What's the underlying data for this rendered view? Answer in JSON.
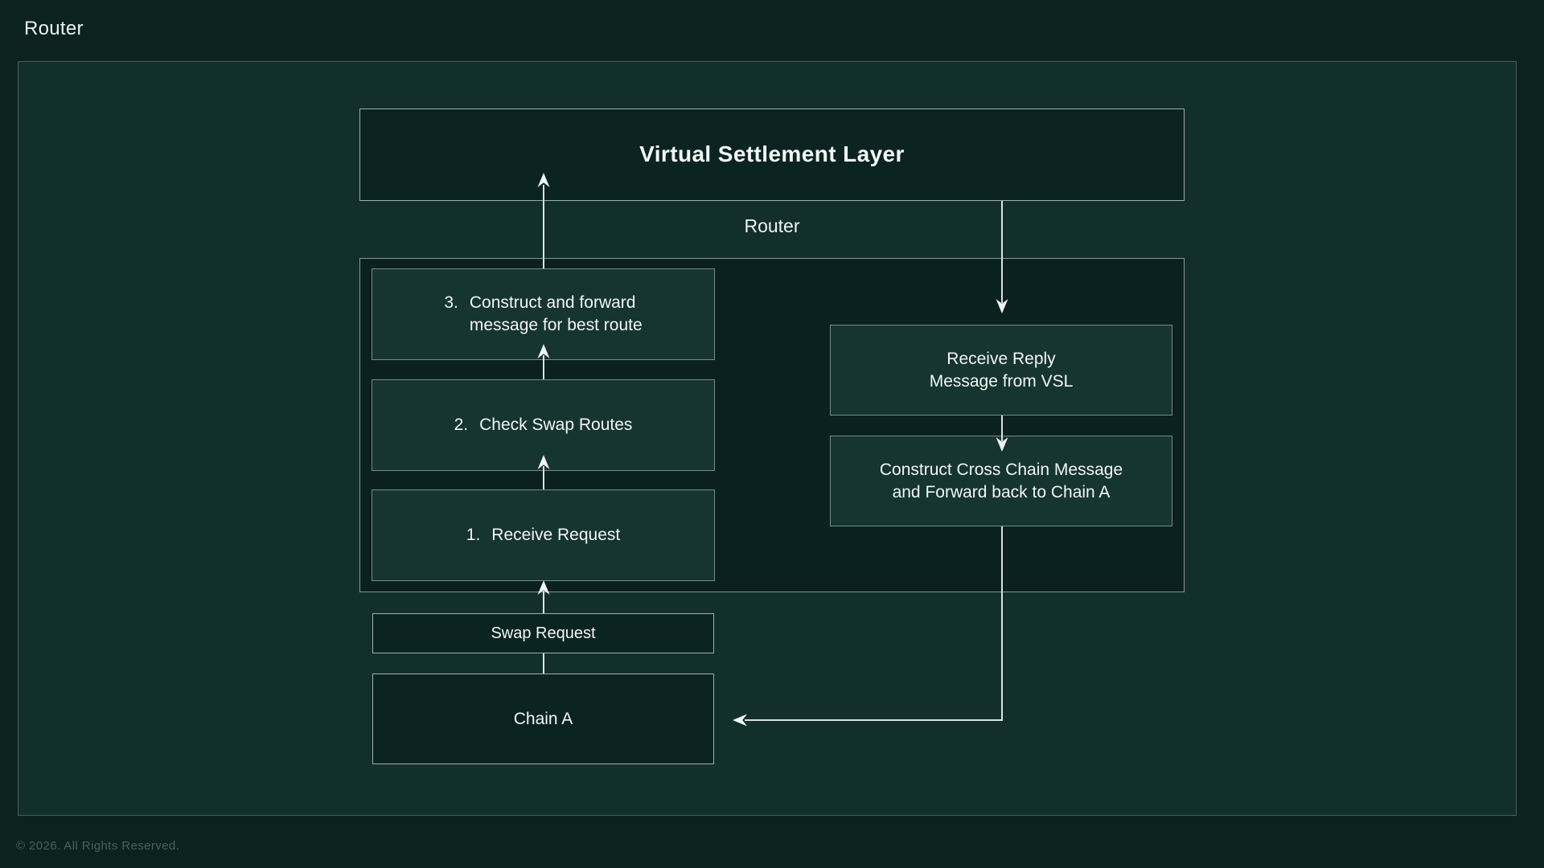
{
  "page": {
    "title": "Router",
    "footer": "© 2026. All Rights Reserved."
  },
  "diagram": {
    "vsl_label": "Virtual Settlement Layer",
    "router_label": "Router",
    "steps": [
      {
        "num": "3.",
        "line1": "Construct and forward",
        "line2": "message for best route"
      },
      {
        "num": "2.",
        "line1": "Check Swap Routes"
      },
      {
        "num": "1.",
        "line1": "Receive Request"
      }
    ],
    "receive_reply": {
      "line1": "Receive Reply",
      "line2": "Message from VSL"
    },
    "construct_cc": {
      "line1": "Construct Cross Chain Message",
      "line2": "and Forward back to Chain A"
    },
    "swap_request": "Swap Request",
    "chain_a": "Chain A"
  },
  "colors": {
    "page_bg": "#0b221f",
    "panel_bg": "#122f2b",
    "dark_box_bg": "#0c2421",
    "light_box_bg": "#163430",
    "connector": "#d9e3df",
    "text": "#f2f6f4",
    "footer_text": "#47635c"
  }
}
